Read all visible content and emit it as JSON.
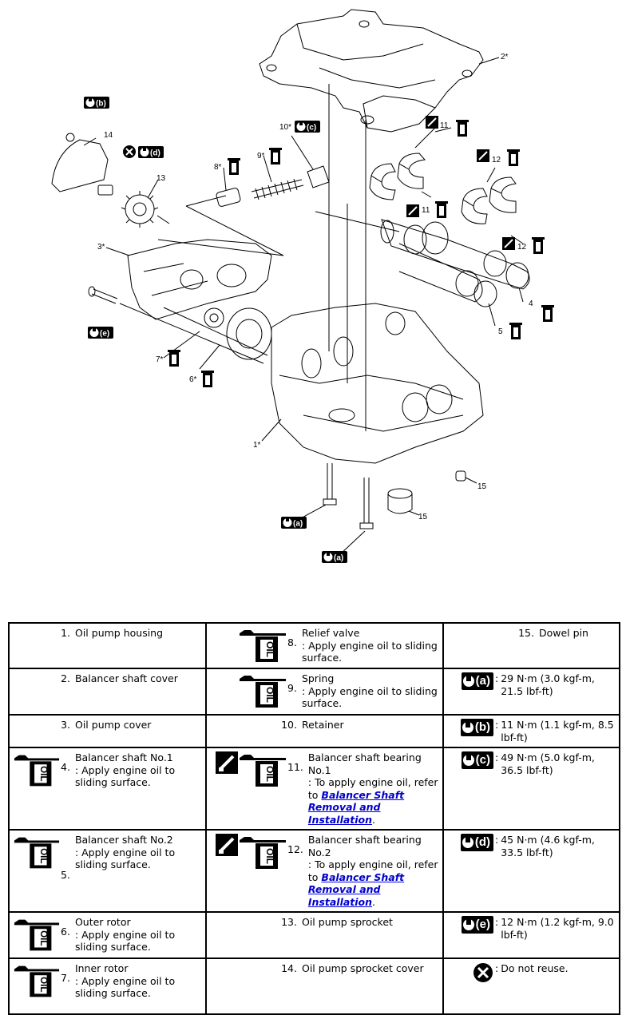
{
  "diagram": {
    "callouts": [
      "1*",
      "2*",
      "3*",
      "4",
      "5",
      "6*",
      "7*",
      "8*",
      "9*",
      "10*",
      "11",
      "11",
      "12",
      "12",
      "13",
      "14",
      "15",
      "15"
    ],
    "torque_tags": [
      "(a)",
      "(a)",
      "(b)",
      "(c)",
      "(d)",
      "(e)"
    ]
  },
  "legend": {
    "rows": [
      [
        {
          "num": "1.",
          "text": "Oil pump housing",
          "icons": []
        },
        {
          "num": "8.",
          "text": "Relief valve\n: Apply engine oil to sliding surface.",
          "icons": [
            "oil-can"
          ]
        },
        {
          "num": "15.",
          "text": "Dowel pin",
          "icons": []
        }
      ],
      [
        {
          "num": "2.",
          "text": "Balancer shaft cover",
          "icons": []
        },
        {
          "num": "9.",
          "text": "Spring\n: Apply engine oil to sliding surface.",
          "icons": [
            "oil-can"
          ]
        },
        {
          "sym": "(a)",
          "text": "29 N·m (3.0 kgf-m, 21.5 lbf-ft)"
        }
      ],
      [
        {
          "num": "3.",
          "text": "Oil pump cover",
          "icons": []
        },
        {
          "num": "10.",
          "text": "Retainer",
          "icons": []
        },
        {
          "sym": "(b)",
          "text": "11 N·m (1.1 kgf-m, 8.5 lbf-ft)"
        }
      ],
      [
        {
          "num": "4.",
          "text": "Balancer shaft No.1\n: Apply engine oil to sliding surface.",
          "icons": [
            "oil-can"
          ]
        },
        {
          "num": "11.",
          "text": "Balancer shaft bearing No.1\n: To apply engine oil, refer to ",
          "link": "Balancer Shaft Removal and Installation",
          "after": ".",
          "icons": [
            "note",
            "oil-can"
          ]
        },
        {
          "sym": "(c)",
          "text": "49 N·m (5.0 kgf-m, 36.5 lbf-ft)"
        }
      ],
      [
        {
          "num": "5.",
          "text": "Balancer shaft No.2\n: Apply engine oil to sliding surface.",
          "icons": [
            "oil-can"
          ]
        },
        {
          "num": "12.",
          "text": "Balancer shaft bearing No.2\n: To apply engine oil, refer to ",
          "link": "Balancer Shaft Removal and Installation",
          "after": ".",
          "icons": [
            "note",
            "oil-can"
          ]
        },
        {
          "sym": "(d)",
          "text": "45 N·m (4.6 kgf-m, 33.5 lbf-ft)"
        }
      ],
      [
        {
          "num": "6.",
          "text": "Outer rotor\n: Apply engine oil to sliding surface.",
          "icons": [
            "oil-can"
          ]
        },
        {
          "num": "13.",
          "text": "Oil pump sprocket",
          "icons": []
        },
        {
          "sym": "(e)",
          "text": "12 N·m (1.2 kgf-m, 9.0 lbf-ft)"
        }
      ],
      [
        {
          "num": "7.",
          "text": "Inner rotor\n: Apply engine oil to sliding surface.",
          "icons": [
            "oil-can"
          ]
        },
        {
          "num": "14.",
          "text": "Oil pump sprocket cover",
          "icons": []
        },
        {
          "sym": "x",
          "text": "Do not reuse."
        }
      ]
    ]
  }
}
